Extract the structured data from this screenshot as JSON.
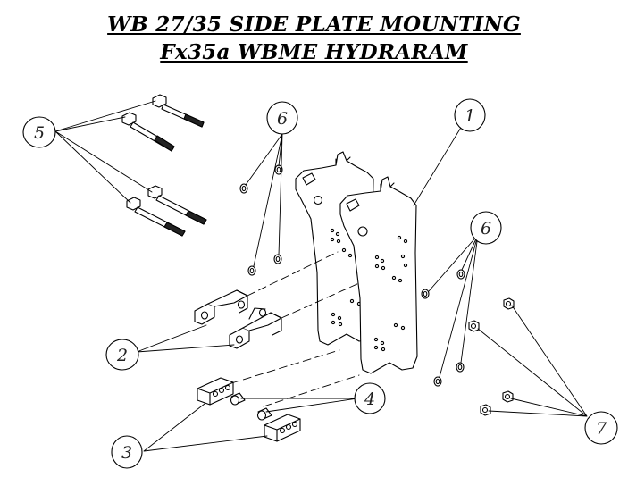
{
  "title": {
    "line1": "WB 27/35 SIDE PLATE MOUNTING",
    "line2": "Fx35a WBME HYDRARAM"
  },
  "callouts": [
    "1",
    "2",
    "3",
    "4",
    "5",
    "6",
    "6",
    "7"
  ],
  "colors": {
    "line": "#000000",
    "background": "#ffffff",
    "callout_text": "#222222"
  }
}
